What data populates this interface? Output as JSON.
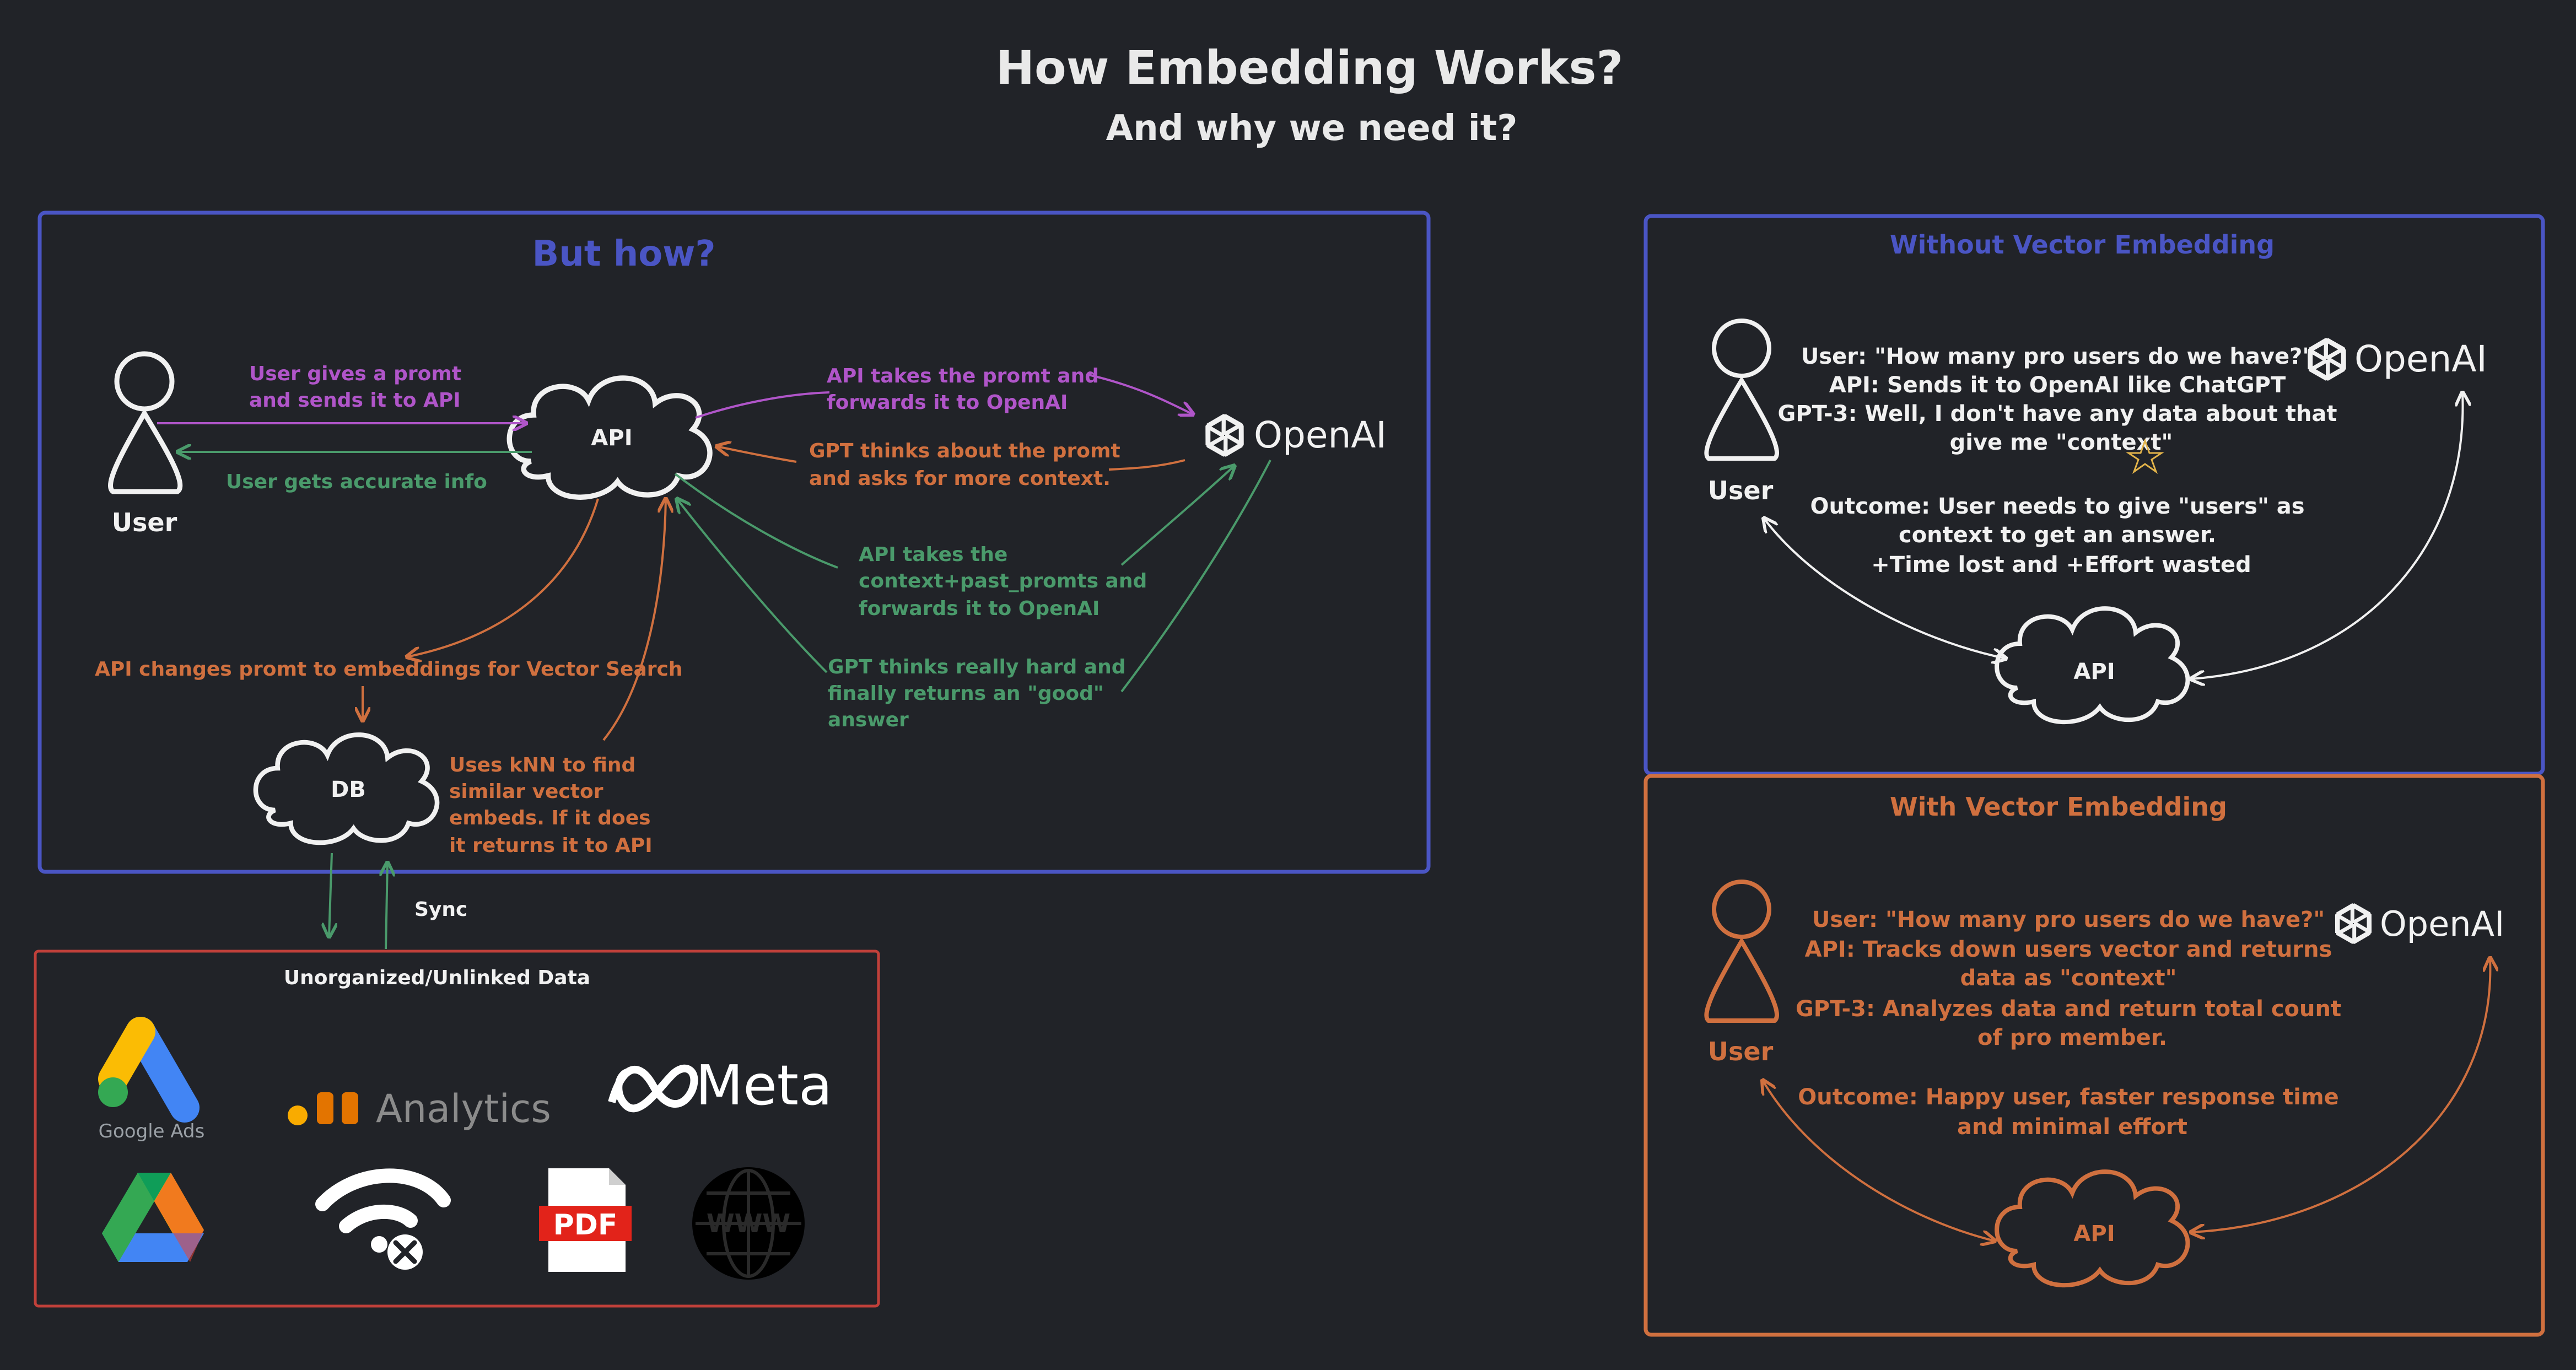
{
  "header": {
    "title": "How Embedding Works?",
    "subtitle": "And why we need it?"
  },
  "colors": {
    "background": "#212328",
    "blue": "#4a55c4",
    "orange": "#d0703f",
    "purple": "#b055c9",
    "green": "#4a9a6b",
    "red": "#c0403a",
    "white": "#f1f1f1"
  },
  "main_panel": {
    "title": "But how?",
    "user_label": "User",
    "api_label": "API",
    "db_label": "DB",
    "openai_label": "OpenAI",
    "step1": [
      "User gives a promt",
      "and sends it to API"
    ],
    "step_user_info": "User gets accurate info",
    "step2": [
      "API takes the promt and",
      "forwards it to OpenAI"
    ],
    "step3": [
      "GPT thinks about the promt",
      "and asks for more context."
    ],
    "step4": [
      "API takes the",
      "context+past_promts and",
      "forwards it to OpenAI"
    ],
    "step5": [
      "GPT thinks really hard and",
      "finally returns an \"good\"",
      "answer"
    ],
    "step_embed": "API changes promt to embeddings for Vector Search",
    "step_knn": [
      "Uses kNN to find",
      "similar vector",
      "embeds. If it does",
      "it returns it to API"
    ],
    "sync_label": "Sync"
  },
  "data_panel": {
    "title": "Unorganized/Unlinked Data",
    "sources": [
      "Google Ads",
      "Analytics",
      "Meta",
      "Google Drive",
      "wifi-off-icon",
      "PDF",
      "WWW"
    ]
  },
  "without_panel": {
    "title": "Without Vector Embedding",
    "user_label": "User",
    "api_label": "API",
    "openai_label": "OpenAI",
    "dialogue": [
      "User: \"How many pro users do we have?\"",
      "API: Sends it to OpenAI like ChatGPT",
      "GPT-3: Well, I don't have any data about that",
      "give me \"context\""
    ],
    "outcome": [
      "Outcome: User needs to give \"users\" as",
      "context to get an answer.",
      "+Time lost and +Effort wasted"
    ]
  },
  "with_panel": {
    "title": "With Vector Embedding",
    "user_label": "User",
    "api_label": "API",
    "openai_label": "OpenAI",
    "dialogue": [
      "User: \"How many pro users do we have?\"",
      "API: Tracks down users vector and returns",
      "data as \"context\"",
      "GPT-3: Analyzes data and return total count",
      "of pro member."
    ],
    "outcome": [
      "Outcome: Happy user, faster response time",
      "and minimal effort"
    ]
  }
}
